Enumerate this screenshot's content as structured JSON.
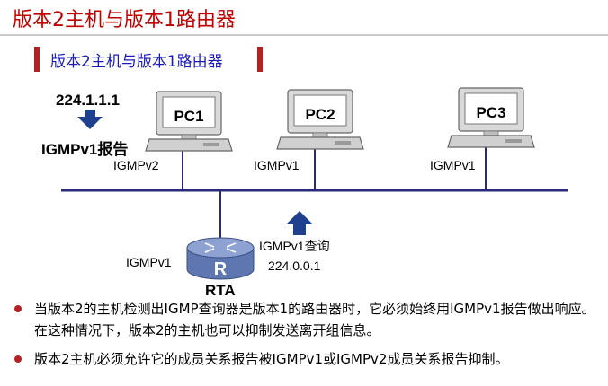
{
  "title": "版本2主机与版本1路由器",
  "subtitle": "版本2主机与版本1路由器",
  "diagram": {
    "pcs": [
      {
        "name": "PC1",
        "protocol": "IGMPv2"
      },
      {
        "name": "PC2",
        "protocol": "IGMPv1"
      },
      {
        "name": "PC3",
        "protocol": "IGMPv1"
      }
    ],
    "report_group": "224.1.1.1",
    "report_label": "IGMPv1报告",
    "router": {
      "name": "RTA",
      "protocol": "IGMPv1",
      "symbol": "R"
    },
    "query_label": "IGMPv1查询",
    "query_group": "224.0.0.1",
    "colors": {
      "arrow": "#1f3f8f",
      "router": "#7f93c4",
      "bus": "#2a2a7a"
    }
  },
  "bullets": [
    "当版本2的主机检测出IGMP查询器是版本1的路由器时，它必须始终用IGMPv1报告做出响应。在这种情况下，版本2的主机也可以抑制发送离开组信息。",
    "版本2主机必须允许它的成员关系报告被IGMPv1或IGMPv2成员关系报告抑制。"
  ]
}
